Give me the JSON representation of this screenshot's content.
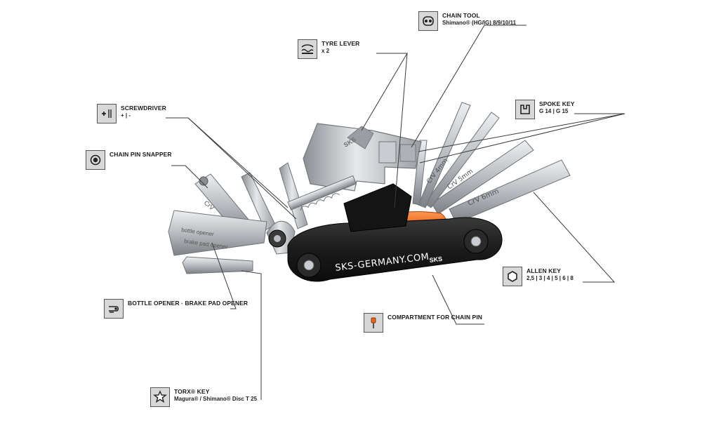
{
  "brand": {
    "logo_text": "SKS-GERMANY.COM",
    "logo_mark": "SKS"
  },
  "tool_labels": {
    "opener_text": "bottle opener",
    "pad_text": "brake pad opener",
    "crv_4": "CrV 4mm",
    "crv_5": "CrV 5mm",
    "crv_6": "CrV 6mm",
    "crv_left": "CrV"
  },
  "callouts": {
    "chain_tool": {
      "title": "CHAIN TOOL",
      "sub": "Shimano® (HG/IG) 8/9/10/11",
      "icon": "chain-link-icon"
    },
    "tyre_lever": {
      "title": "TYRE LEVER",
      "sub": "x 2",
      "icon": "tyre-lever-icon"
    },
    "spoke_key": {
      "title": "SPOKE KEY",
      "sub": "G 14  |  G 15",
      "icon": "spoke-key-icon"
    },
    "screwdriver": {
      "title": "SCREWDRIVER",
      "sub": "+ | -",
      "icon": "screwdriver-icon"
    },
    "chain_pin_snapper": {
      "title": "CHAIN PIN SNAPPER",
      "sub": "",
      "icon": "pin-snapper-icon"
    },
    "allen_key": {
      "title": "ALLEN KEY",
      "sub": "2,5  |  3  |  4  |  5  |  6  |  8",
      "icon": "hexagon-icon"
    },
    "bottle_opener": {
      "title": "BOTTLE OPENER · BRAKE PAD OPENER",
      "sub": "",
      "icon": "bottle-opener-icon"
    },
    "compartment": {
      "title": "COMPARTMENT FOR CHAIN PIN",
      "sub": "",
      "icon": "chain-pin-icon"
    },
    "torx_key": {
      "title": "TORX® KEY",
      "sub": "Magura® / Shimano® Disc T 25",
      "icon": "torx-star-icon"
    }
  },
  "colors": {
    "accent_orange": "#e8641c",
    "body_black": "#1b1b1b",
    "steel": "#b9bcc0",
    "line": "#444444"
  }
}
